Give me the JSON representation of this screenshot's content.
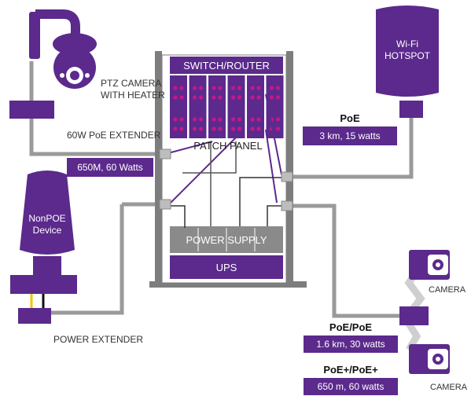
{
  "colors": {
    "purple": "#5b2a8c",
    "gray": "#9a9a9a",
    "dark_gray": "#5a5a5a",
    "rack": "#7d7d7d",
    "dot": "#c2188b"
  },
  "rack": {
    "top_label": "SWITCH/ROUTER",
    "patch_panel": "PATCH PANEL",
    "power_supply": "POWER SUPPLY",
    "ups": "UPS"
  },
  "devices": {
    "ptz_camera_line1": "PTZ CAMERA",
    "ptz_camera_line2": "WITH HEATER",
    "extender_60w": "60W PoE EXTENDER",
    "wifi_line1": "Wi-Fi",
    "wifi_line2": "HOTSPOT",
    "nonpoe_line1": "NonPOE",
    "nonpoe_line2": "Device",
    "power_extender": "POWER EXTENDER",
    "camera_top": "CAMERA",
    "camera_bottom": "CAMERA"
  },
  "badges": {
    "left_spec": "650M, 60 Watts",
    "poe_title": "PoE",
    "poe_spec": "3 km, 15 watts",
    "poe2_title": "PoE/PoE",
    "poe2_spec": "1.6 km, 30 watts",
    "poe3_title": "PoE+/PoE+",
    "poe3_spec": "650 m, 60 watts"
  }
}
